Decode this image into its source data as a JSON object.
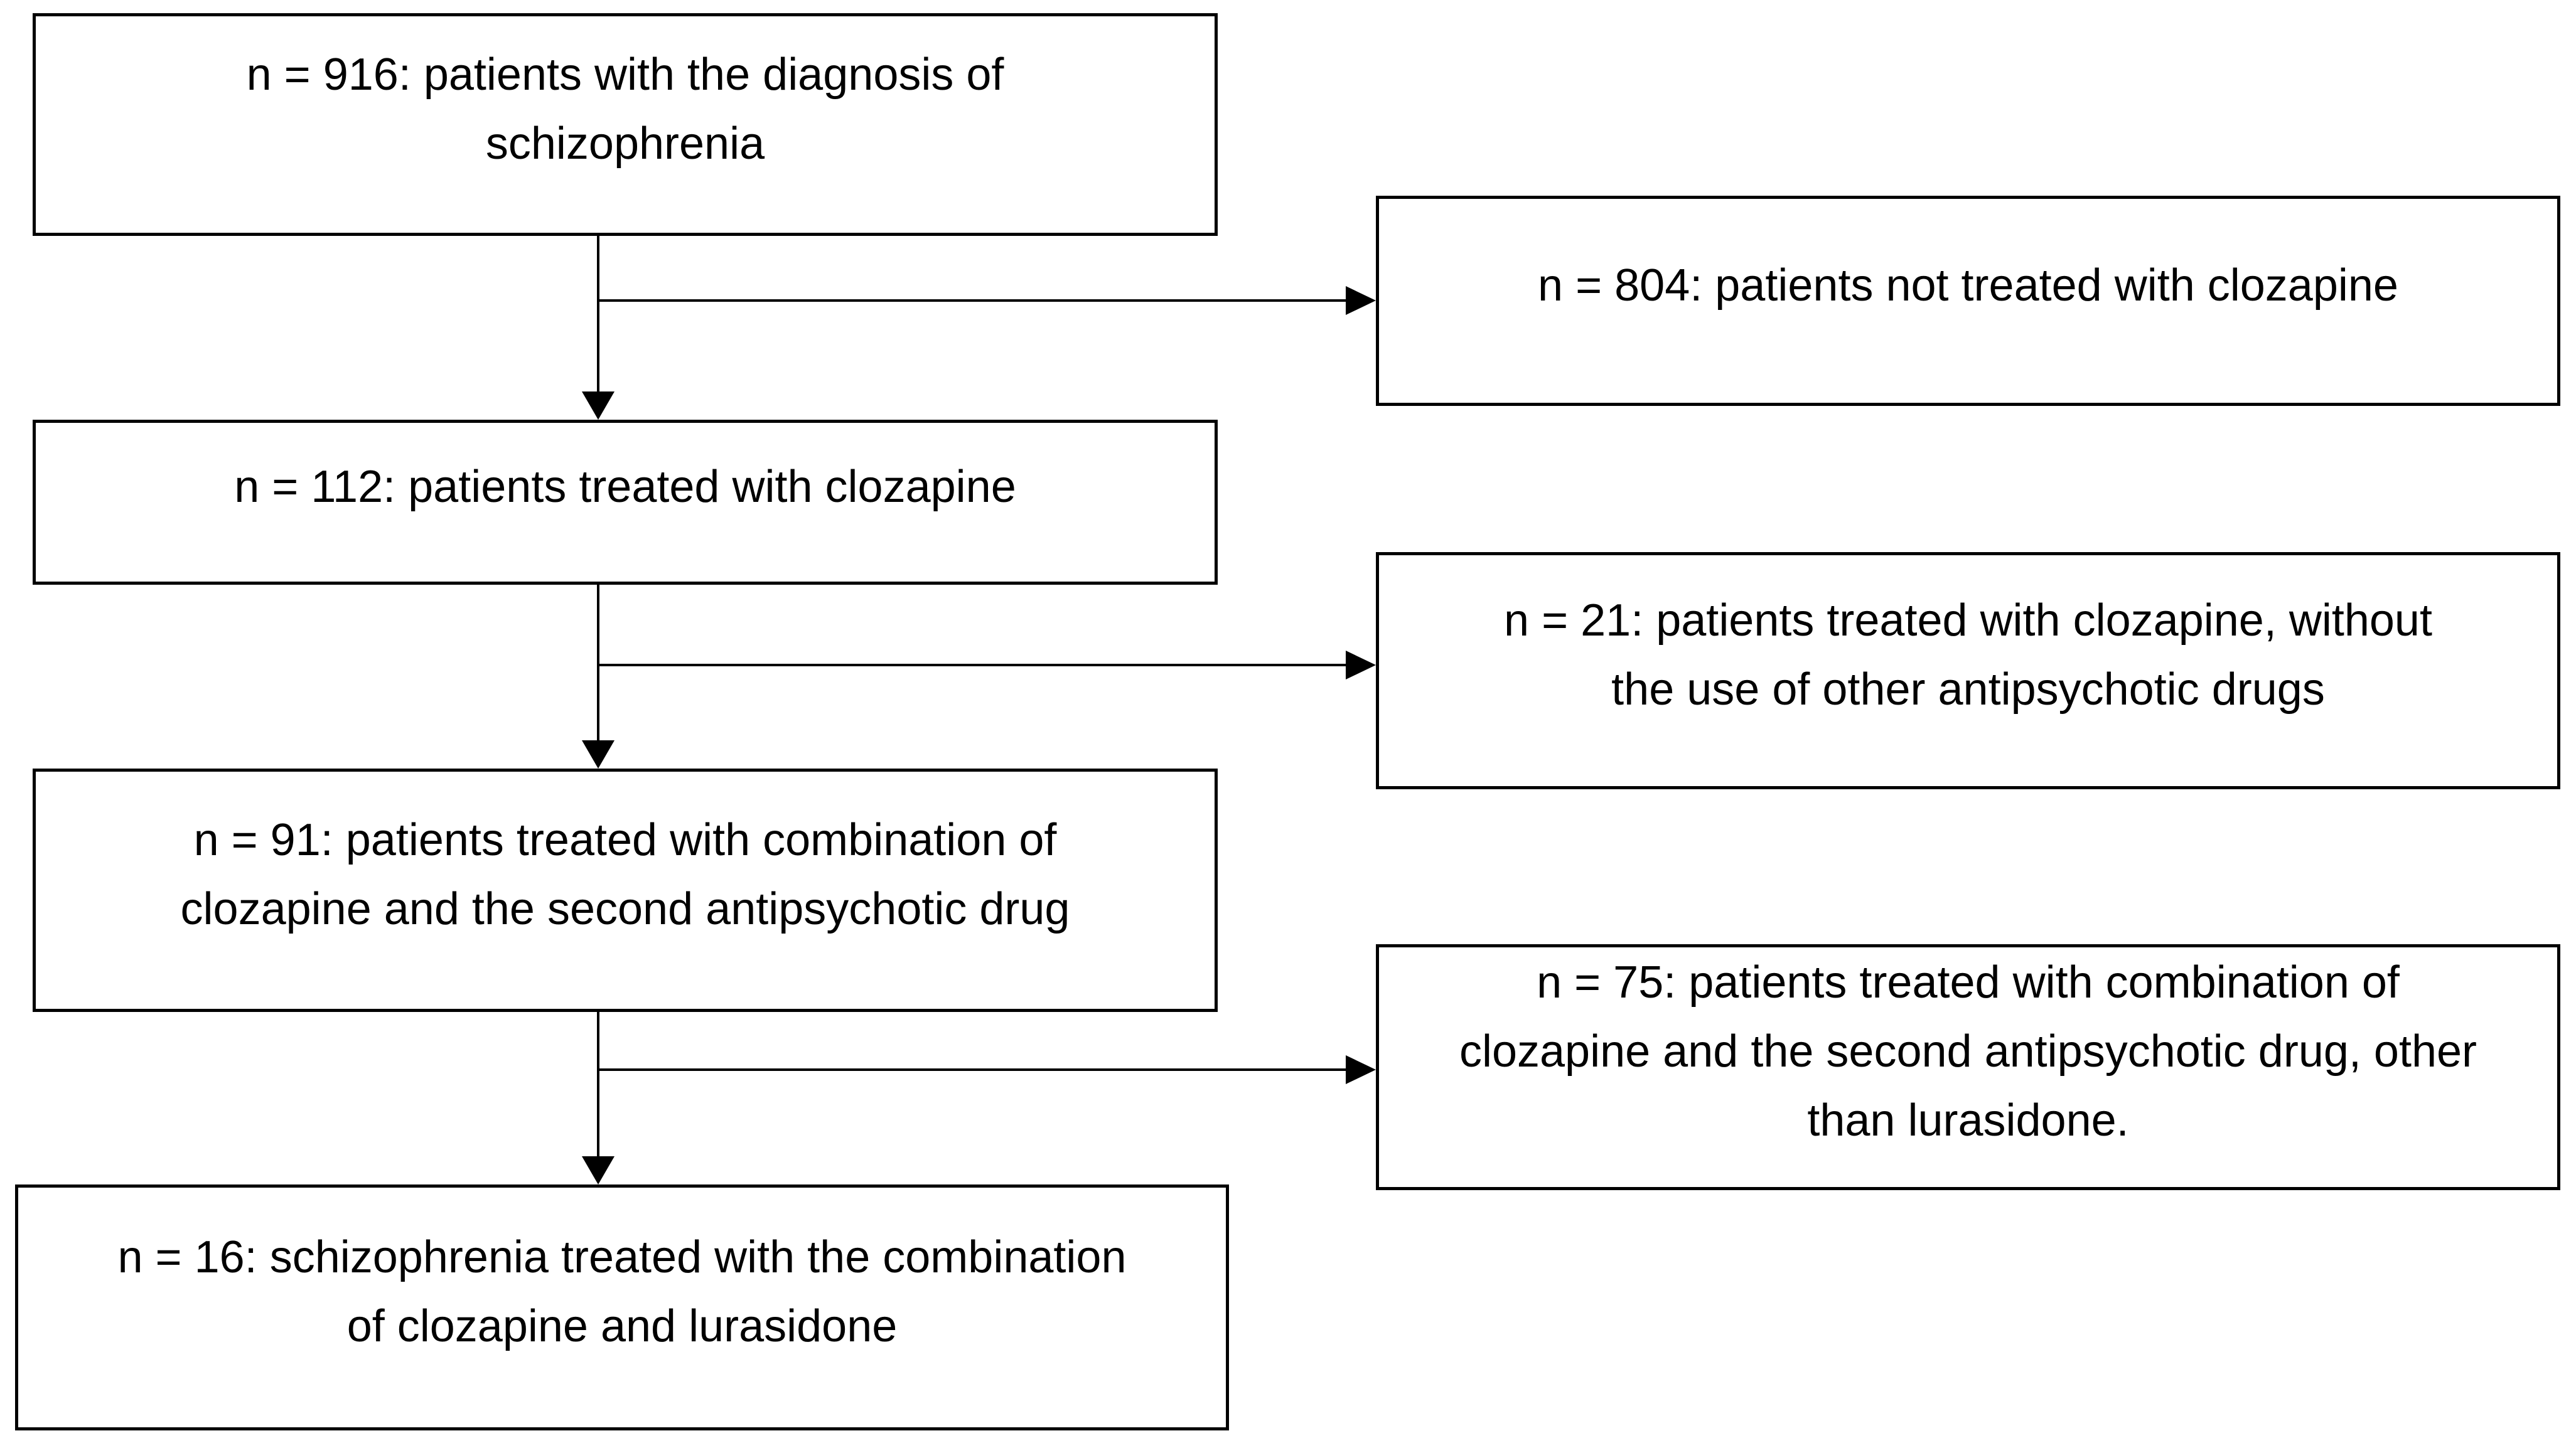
{
  "diagram": {
    "type": "patient-flow-chart",
    "colors": {
      "background": "#ffffff",
      "box_border": "#000000",
      "line": "#000000",
      "text": "#000000"
    },
    "boxes": [
      {
        "id": "n916",
        "n": 916,
        "text": "n = 916: patients with the diagnosis of\nschizophrenia"
      },
      {
        "id": "n804",
        "n": 804,
        "text": "n = 804: patients not treated with clozapine"
      },
      {
        "id": "n112",
        "n": 112,
        "text": "n = 112: patients treated with clozapine"
      },
      {
        "id": "n21",
        "n": 21,
        "text": "n = 21: patients treated with clozapine, without\nthe use of other antipsychotic drugs"
      },
      {
        "id": "n91",
        "n": 91,
        "text": "n = 91: patients treated with combination of\nclozapine and the second antipsychotic drug"
      },
      {
        "id": "n75",
        "n": 75,
        "text": "n = 75: patients treated with combination of\nclozapine and the second antipsychotic drug, other\nthan lurasidone."
      },
      {
        "id": "n16",
        "n": 16,
        "text": "n = 16: schizophrenia treated with the combination\nof clozapine and lurasidone"
      }
    ],
    "edges": [
      {
        "from": "n916",
        "to": "n112",
        "style": "arrow-down"
      },
      {
        "from": "n916",
        "to": "n804",
        "style": "arrow-branch-right"
      },
      {
        "from": "n112",
        "to": "n91",
        "style": "arrow-down"
      },
      {
        "from": "n112",
        "to": "n21",
        "style": "arrow-branch-right"
      },
      {
        "from": "n91",
        "to": "n16",
        "style": "arrow-down"
      },
      {
        "from": "n91",
        "to": "n75",
        "style": "arrow-branch-right"
      }
    ]
  }
}
